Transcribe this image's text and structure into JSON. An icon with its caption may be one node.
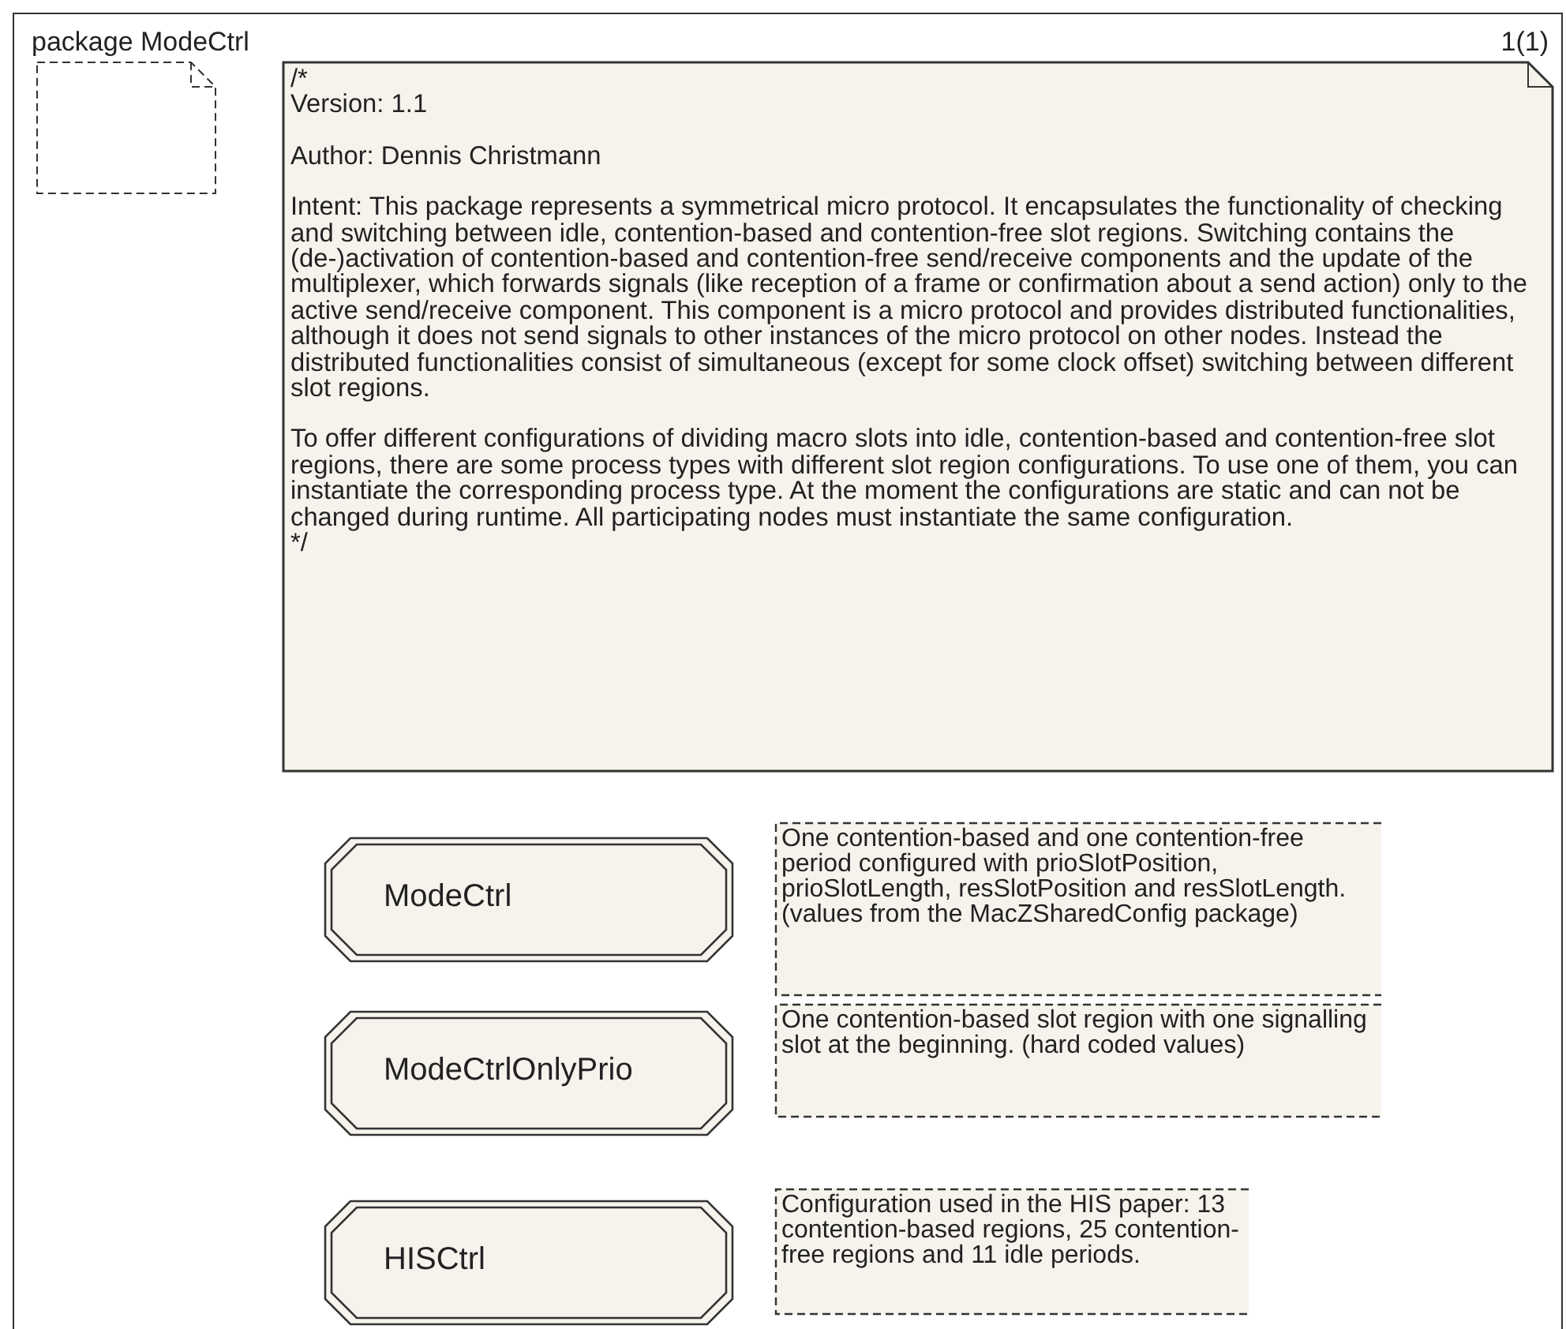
{
  "diagram": {
    "title": "package ModeCtrl",
    "nodes": [
      {
        "text": [],
        "shape": "frame"
      },
      {
        "text": [],
        "shape": "note",
        "in": 0
      },
      {
        "text": [
          "/*",
          "Version:  1.1",
          "Author: Dennis Christmann",
          "Intent: This package represents a symmetrical micro protocol. It encapsulates the functionality of checking and switching between idle, contention-based and contention-free slot regions. Switching contains the (de-)activation of contention-based and contention-free send/receive components and the update of the multiplexer, which forwards signals (like reception of a frame or confirmation about a send action) only to the active send/receive component. This component is a micro protocol and provides distributed functionalities, although it does not send signals to other instances of the micro protocol on other nodes. Instead the distributed functionalities consist of simultaneous (except for some clock offset) switching between different slot regions.",
          "To offer different configurations of dividing macro slots into idle, contention-based and contention-free slot regions, there are some process types with different slot region configurations. To use one of them, you can instantiate the corresponding process type. At the moment the configurations are static and can not be changed during runtime. All participating nodes must instantiate the same configuration.",
          "*/"
        ],
        "in": 0
      },
      {
        "text": [
          "ModeCtrl"
        ],
        "in": 0
      },
      {
        "text": [
          "One contention-based and one contention-free period configured with prioSlotPosition, prioSlotLength, resSlotPosition and resSlotLength. (values from the MacZSharedConfig package)"
        ],
        "in": 0
      },
      {
        "text": [
          "ModeCtrlOnlyPrio"
        ],
        "in": 0
      },
      {
        "text": [
          "One contention-based slot region with one signalling slot at the beginning. (hard coded values)"
        ],
        "in": 0
      },
      {
        "text": [
          "HISCtrl"
        ],
        "in": 0
      },
      {
        "text": [
          "Configuration used in the HIS paper: 13 contention-based regions, 25 contention-free regions and 11 idle periods."
        ],
        "in": 0
      }
    ],
    "edges": [],
    "labels": [
      "1(1)"
    ]
  }
}
